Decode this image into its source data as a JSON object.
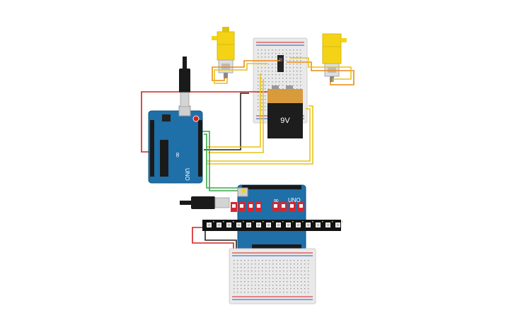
{
  "circuit": {
    "battery": {
      "label": "9V"
    },
    "arduino_left": {
      "brand": "UNO",
      "logo_text": "∞"
    },
    "arduino_right": {
      "brand": "UNO",
      "logo_text": "∞"
    }
  },
  "colors": {
    "background": "#ffffff",
    "arduino_blue": "#1f6fa8",
    "motor_yellow": "#f4d316",
    "wire_red": "#d42020",
    "wire_yellow": "#e8c21a",
    "wire_orange": "#ee8a12",
    "wire_green": "#3aa84a",
    "wire_black": "#222222",
    "breadboard": "#e8e8e8",
    "dip_switch_red": "#d8262e",
    "led_strip": "#111111"
  },
  "icons": [
    "usb-plug-icon",
    "dc-motor-icon",
    "battery-icon",
    "dip-switch-icon",
    "led-strip-icon",
    "ic-chip-icon"
  ]
}
